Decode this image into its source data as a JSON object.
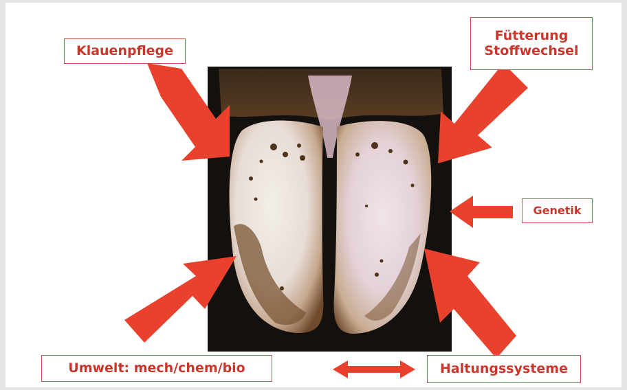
{
  "labels": {
    "klauenpflege": "Klauenpflege",
    "fuetterung_line1": "Fütterung",
    "fuetterung_line2": "Stoffwechsel",
    "genetik": "Genetik",
    "umwelt": "Umwelt: mech/chem/bio",
    "haltungssysteme": "Haltungssysteme"
  },
  "colors": {
    "arrow": "#e8412e",
    "label_text": "#c9372c",
    "label_border": "#c8524a",
    "page_background": "#ffffff",
    "scan_background": "#e4e4e2",
    "photo_background": "#14100e"
  },
  "photo": {
    "subject": "cow claw sole (two hooves) on dark background"
  }
}
